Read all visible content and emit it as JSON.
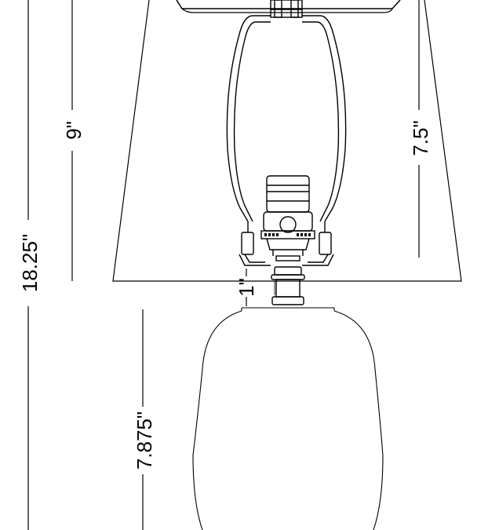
{
  "dimensions": {
    "overall_height": "18.25\"",
    "shade_height": "9\"",
    "harp_height": "7.5\"",
    "neck_height": "1\"",
    "base_height": "7.875\""
  },
  "colors": {
    "line": "#000000",
    "background": "#ffffff"
  }
}
